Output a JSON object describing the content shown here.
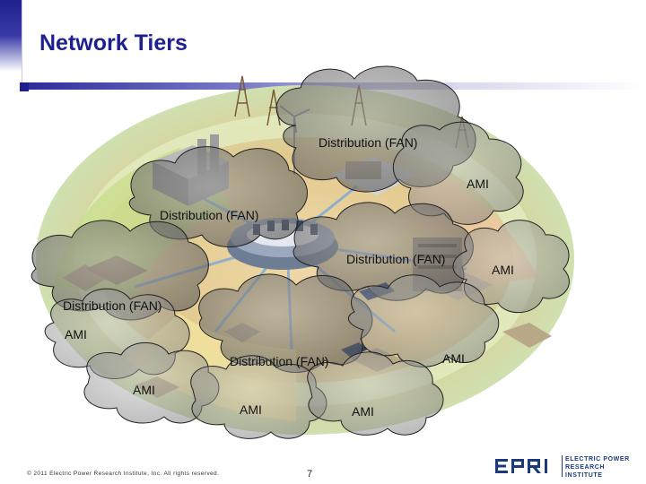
{
  "slide": {
    "title": "Network Tiers",
    "page_number": "7",
    "copyright": "© 2011 Electric Power Research Institute, Inc. All rights reserved."
  },
  "diagram": {
    "labels": {
      "fan_top": "Distribution (FAN)",
      "ami_top_right": "AMI",
      "fan_upper_left": "Distribution (FAN)",
      "fan_center_right": "Distribution (FAN)",
      "ami_far_right": "AMI",
      "fan_left": "Distribution (FAN)",
      "ami_left": "AMI",
      "fan_bottom_center": "Distribution (FAN)",
      "ami_bottom_right": "AMI",
      "ami_bottom_left": "AMI",
      "ami_bottom_center": "AMI",
      "ami_bottom_center_right": "AMI"
    }
  },
  "logo": {
    "mark": "EPRI",
    "line1": "ELECTRIC POWER",
    "line2": "RESEARCH INSTITUTE",
    "color": "#1a3a7a"
  }
}
